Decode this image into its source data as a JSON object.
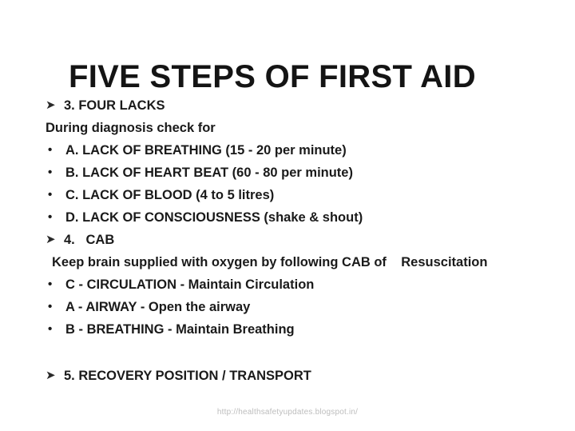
{
  "slide": {
    "title": "FIVE STEPS OF FIRST AID",
    "background_color": "#ffffff",
    "text_color": "#1a1a1a",
    "bullets": {
      "arrow_glyph": "➤",
      "dot_glyph": "•"
    },
    "lines": [
      {
        "style": "arrow",
        "text": "3. FOUR LACKS"
      },
      {
        "style": "plain",
        "text": "During diagnosis check for"
      },
      {
        "style": "dot",
        "text": "A. LACK OF BREATHING (15 - 20 per minute)"
      },
      {
        "style": "dot",
        "text": "B. LACK OF HEART BEAT (60 - 80 per minute)"
      },
      {
        "style": "dot",
        "text": "C. LACK OF BLOOD (4 to 5 litres)"
      },
      {
        "style": "dot",
        "text": "D. LACK OF CONSCIOUSNESS (shake & shout)"
      },
      {
        "style": "arrow",
        "text": "4.   CAB"
      },
      {
        "style": "plain-indent",
        "text": "Keep brain supplied with oxygen by following CAB of    Resuscitation"
      },
      {
        "style": "dot",
        "text": "C - CIRCULATION - Maintain Circulation"
      },
      {
        "style": "dot",
        "text": "A - AIRWAY - Open the airway"
      },
      {
        "style": "dot",
        "text": "B - BREATHING - Maintain Breathing"
      },
      {
        "style": "spacer",
        "text": ""
      },
      {
        "style": "arrow",
        "text": "5. RECOVERY POSITION / TRANSPORT"
      }
    ],
    "footer": {
      "url": "http://healthsafetyupdates.blogspot.in/"
    }
  }
}
